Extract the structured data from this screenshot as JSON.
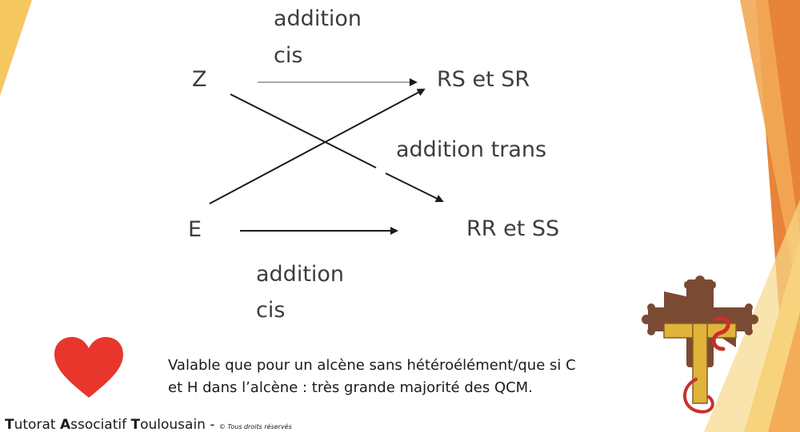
{
  "diagram": {
    "z_label": "Z",
    "e_label": "E",
    "rs_sr_label": "RS  et SR",
    "rr_ss_label": "RR  et SS",
    "top_addition": "addition",
    "top_cis": "cis",
    "trans_label": "addition trans",
    "bottom_addition": "addition",
    "bottom_cis": "cis"
  },
  "note": {
    "line1": "Valable que pour un alcène sans hétéroélément/que si C",
    "line2": "et H dans l’alcène : très grande majorité des QCM."
  },
  "footer": {
    "t_initial": "T",
    "t_rest": "utorat ",
    "a_initial": "A",
    "a_rest": "ssociatif ",
    "tl_initial": "T",
    "tl_rest": "oulousain - ",
    "copyright": "© Tous droits réservés"
  },
  "colors": {
    "heart": "#e8362c",
    "orange_band": "#e8843a",
    "orange_light": "#f2a955",
    "yellow_band": "#f6c75f",
    "yellow_light": "#f8d98a",
    "text": "#3d3d3d",
    "logo_brown": "#7a4a33",
    "logo_gold": "#e0b33a",
    "logo_red": "#c9302c"
  }
}
